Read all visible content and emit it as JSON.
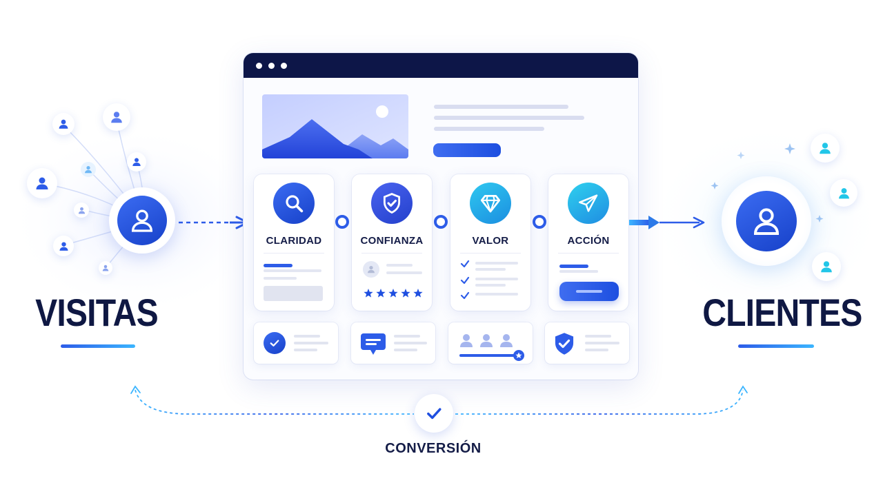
{
  "labels": {
    "left": "VISITAS",
    "right": "CLIENTES",
    "bottom": "CONVERSIÓN"
  },
  "cards": [
    {
      "title": "CLARIDAD",
      "icon": "search-icon"
    },
    {
      "title": "CONFIANZA",
      "icon": "shield-check-icon"
    },
    {
      "title": "VALOR",
      "icon": "diamond-icon"
    },
    {
      "title": "ACCIÓN",
      "icon": "paper-plane-icon"
    }
  ],
  "mini_cards": [
    {
      "icon": "check-circle-icon"
    },
    {
      "icon": "chat-bubble-icon"
    },
    {
      "icon": "group-users-icon"
    },
    {
      "icon": "shield-check-icon"
    }
  ],
  "rating": {
    "stars": 5
  },
  "colors": {
    "primary": "#1d4fe0",
    "accent": "#3bb5ff",
    "navy": "#0f1843",
    "cyan": "#22c6e8"
  }
}
